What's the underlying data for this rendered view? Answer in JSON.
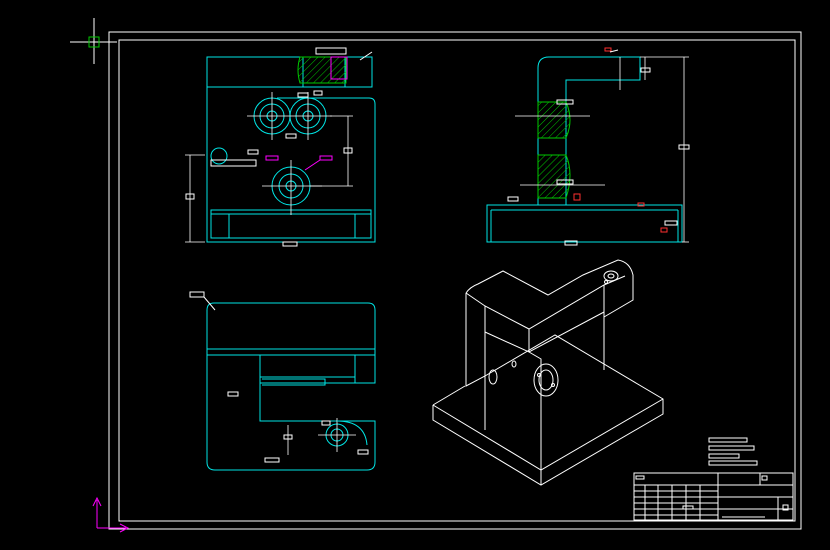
{
  "colors": {
    "background": "#000000",
    "border": "#ffffff",
    "part_outline": "#00e5e5",
    "section_hatch": "#00c800",
    "annotation": "#ff00ff",
    "marker": "#ff3030"
  },
  "icons": {
    "crosshair": "crosshair-cursor-icon",
    "ucs": "ucs-axis-icon"
  },
  "views": [
    "front-view",
    "side-view",
    "top-view",
    "isometric-view"
  ]
}
